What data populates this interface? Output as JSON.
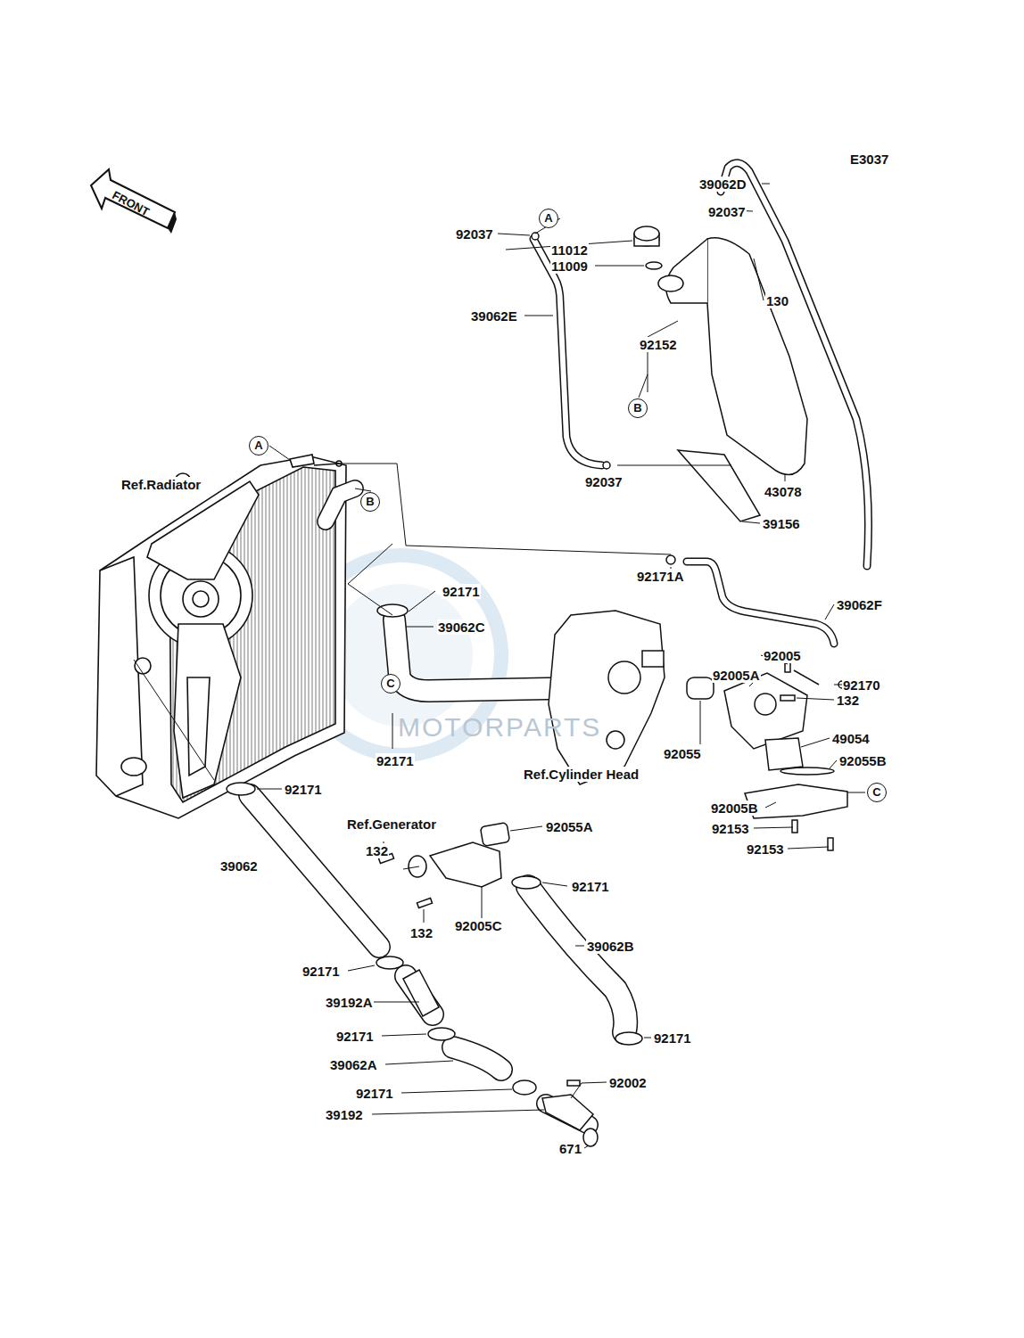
{
  "diagram": {
    "nodes": [
      {
        "text": [
          "FRONT"
        ]
      },
      {
        "text": [
          "A"
        ]
      },
      {
        "text": [
          "B"
        ]
      },
      {
        "text": [
          "A"
        ]
      },
      {
        "text": [
          "B"
        ]
      },
      {
        "text": [
          "C"
        ]
      },
      {
        "text": [
          "C"
        ]
      }
    ],
    "labels": [
      "E3037",
      "39062D",
      "92037",
      "92037",
      "11012",
      "11009",
      "130",
      "39062E",
      "92152",
      "92037",
      "43078",
      "Ref.Radiator",
      "39156",
      "92171A",
      "92171",
      "39062F",
      "39062C",
      "92005",
      "92005A",
      "92170",
      "132",
      "49054",
      "92055",
      "92171",
      "92055B",
      "Ref.Cylinder Head",
      "92171",
      "92005B",
      "Ref.Generator",
      "92055A",
      "92153",
      "92153",
      "132",
      "39062",
      "92171",
      "92005C",
      "132",
      "39062B",
      "92171",
      "39192A",
      "92171",
      "92171",
      "39062A",
      "92002",
      "92171",
      "39192",
      "671",
      "MOTORPARTS"
    ]
  }
}
